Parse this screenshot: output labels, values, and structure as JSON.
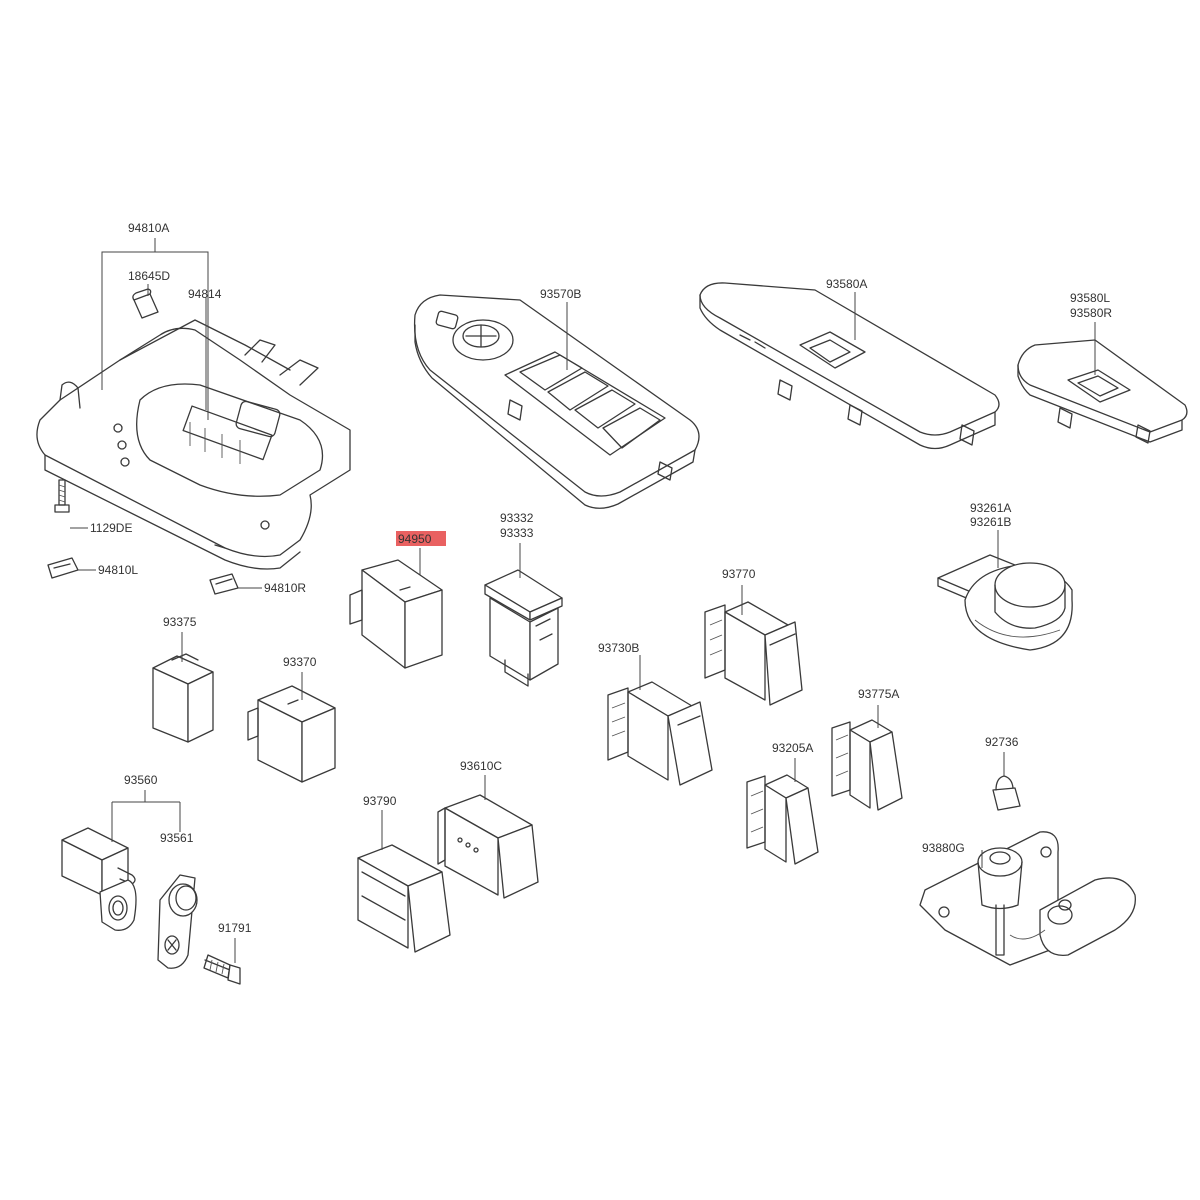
{
  "highlight_color": "#e43a3a",
  "parts": {
    "p94810A": "94810A",
    "p18645D": "18645D",
    "p94814": "94814",
    "p1129DE": "1129DE",
    "p94810L": "94810L",
    "p94810R": "94810R",
    "p93570B": "93570B",
    "p93580A": "93580A",
    "p93580L": "93580L",
    "p93580R": "93580R",
    "p94950": "94950",
    "p93332": "93332",
    "p93333": "93333",
    "p93261A": "93261A",
    "p93261B": "93261B",
    "p93770": "93770",
    "p93375": "93375",
    "p93370": "93370",
    "p93730B": "93730B",
    "p93775A": "93775A",
    "p93205A": "93205A",
    "p92736": "92736",
    "p93610C": "93610C",
    "p93560": "93560",
    "p93561": "93561",
    "p93790": "93790",
    "p91791": "91791",
    "p93880G": "93880G"
  }
}
